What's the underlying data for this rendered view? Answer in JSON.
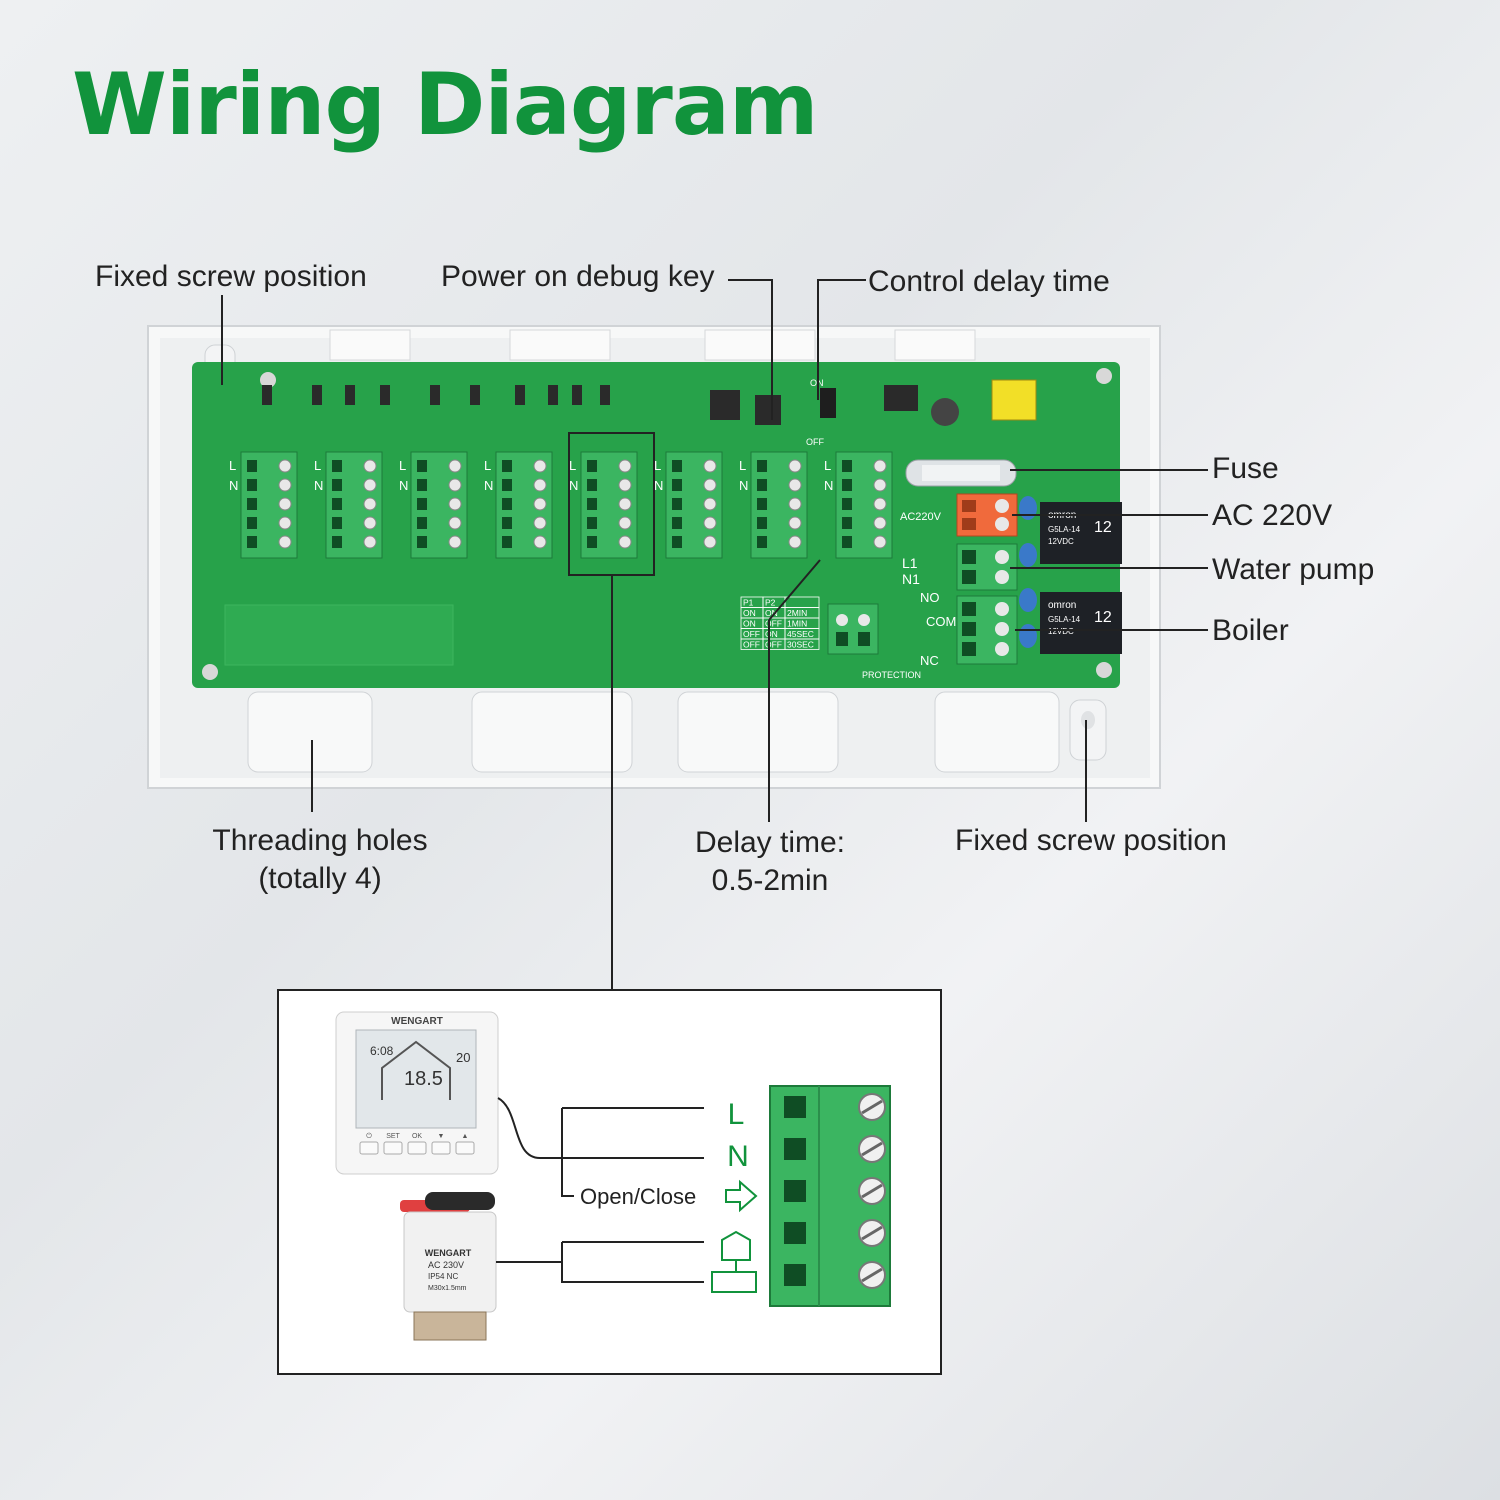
{
  "title": "Wiring Diagram",
  "labels": {
    "fixed_screw_top": "Fixed screw position",
    "debug_key": "Power on debug key",
    "control_delay": "Control delay time",
    "fuse": "Fuse",
    "ac220": "AC 220V",
    "water_pump": "Water pump",
    "boiler": "Boiler",
    "threading_holes_1": "Threading holes",
    "threading_holes_2": "(totally 4)",
    "delay_1": "Delay time:",
    "delay_2": "0.5-2min",
    "fixed_screw_bottom": "Fixed screw position"
  },
  "board": {
    "terminal_letters": [
      "L",
      "N"
    ],
    "pcb_labels": [
      "AC220V",
      "L1",
      "N1",
      "NO",
      "COM",
      "NC",
      "PROTECTION",
      "OFF",
      "ON"
    ],
    "dip_table": {
      "headers": [
        "P1",
        "P2",
        ""
      ],
      "rows": [
        [
          "ON",
          "ON",
          "2MIN"
        ],
        [
          "ON",
          "OFF",
          "1MIN"
        ],
        [
          "OFF",
          "ON",
          "45SEC"
        ],
        [
          "OFF",
          "OFF",
          "30SEC"
        ]
      ]
    },
    "relay_text": [
      "omron",
      "G5LA-14",
      "12VDC",
      "12"
    ]
  },
  "inset": {
    "thermostat_brand": "WENGART",
    "thermostat_time": "6:08",
    "thermostat_temp": "18.5",
    "thermostat_set": "20",
    "thermostat_buttons": [
      "⏻",
      "SET",
      "OK",
      "▼",
      "▲"
    ],
    "actuator_brand": "WENGART",
    "actuator_lines": [
      "AC 230V",
      "IP54 NC",
      "M30x1.5mm"
    ],
    "terminal_L": "L",
    "terminal_N": "N",
    "open_close": "Open/Close"
  },
  "colors": {
    "title": "#11933c",
    "pcb": "#27a24a",
    "terminal": "#3bb561",
    "orange_terminal": "#f06a3c"
  }
}
